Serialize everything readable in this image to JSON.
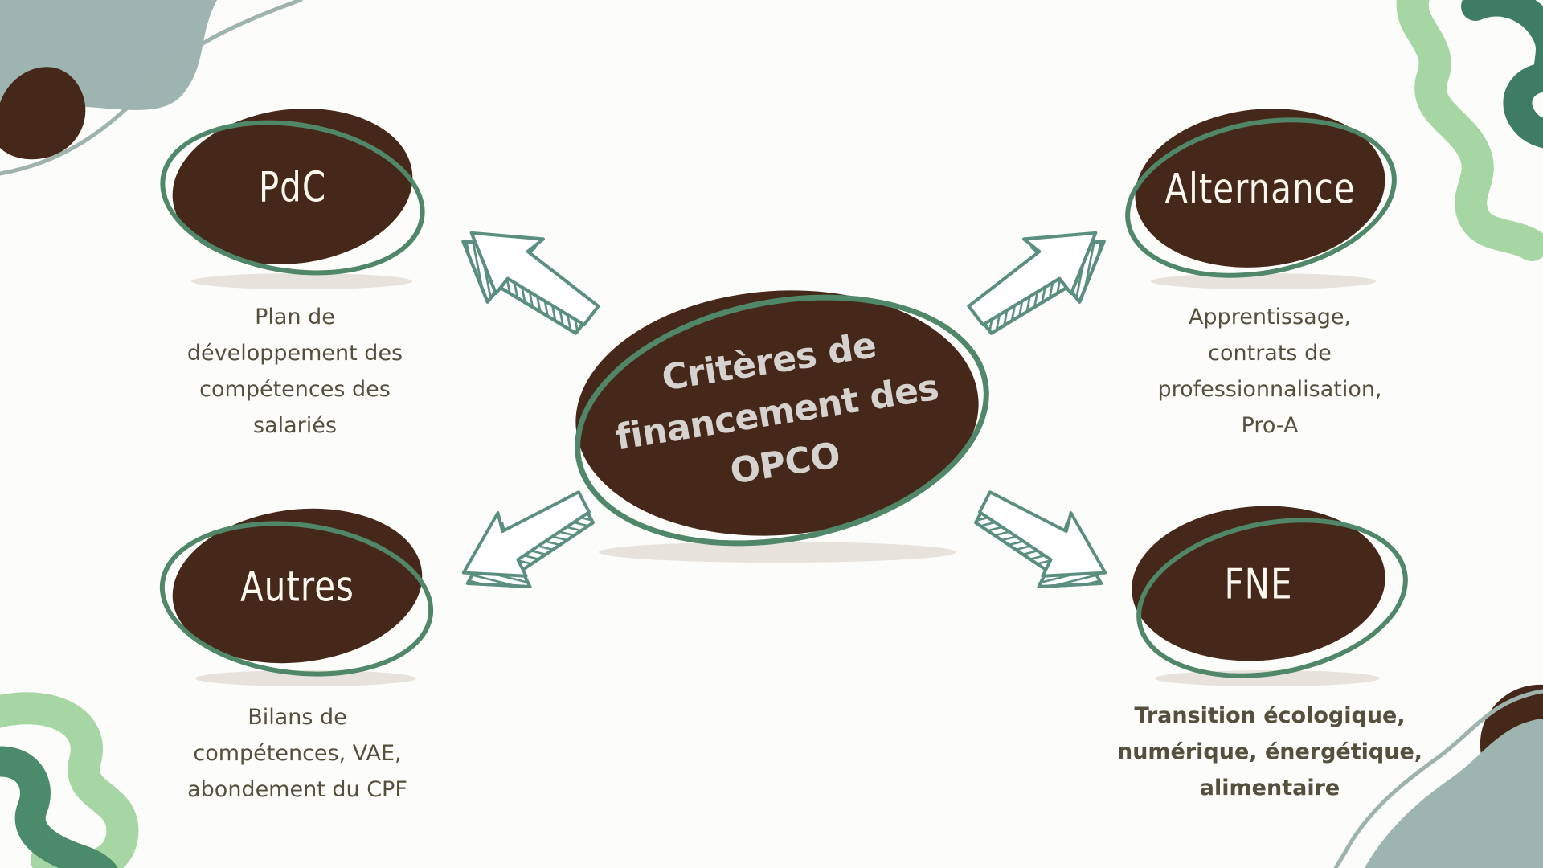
{
  "diagram": {
    "center": {
      "label": "Critères de\nfinancement des\nOPCO"
    },
    "nodes": [
      {
        "id": "pdc",
        "label": "PdC",
        "description": "Plan de\ndéveloppement des\ncompétences des\nsalariés"
      },
      {
        "id": "alternance",
        "label": "Alternance",
        "description": "Apprentissage,\ncontrats de\nprofessionnalisation,\nPro-A"
      },
      {
        "id": "autres",
        "label": "Autres",
        "description": "Bilans de\ncompétences, VAE,\nabondement du CPF"
      },
      {
        "id": "fne",
        "label": "FNE",
        "description": "Transition écologique,\nnumérique, énergétique,\nalimentaire"
      }
    ]
  },
  "colors": {
    "background": "#fcfcfa",
    "brown": "#46281a",
    "ring_green": "#4f8768",
    "arrow_green": "#5a8e7e",
    "sage": "#9db4b0",
    "sage_line": "#9fb3ae",
    "light_green": "#a6d6a3",
    "dark_green": "#3e7c65",
    "medium_green": "#4b8a6a",
    "text_olive": "#54503d",
    "label_white": "#fdf8ef",
    "center_text": "#d5d2cf",
    "shadow": "#e7e3dc"
  }
}
